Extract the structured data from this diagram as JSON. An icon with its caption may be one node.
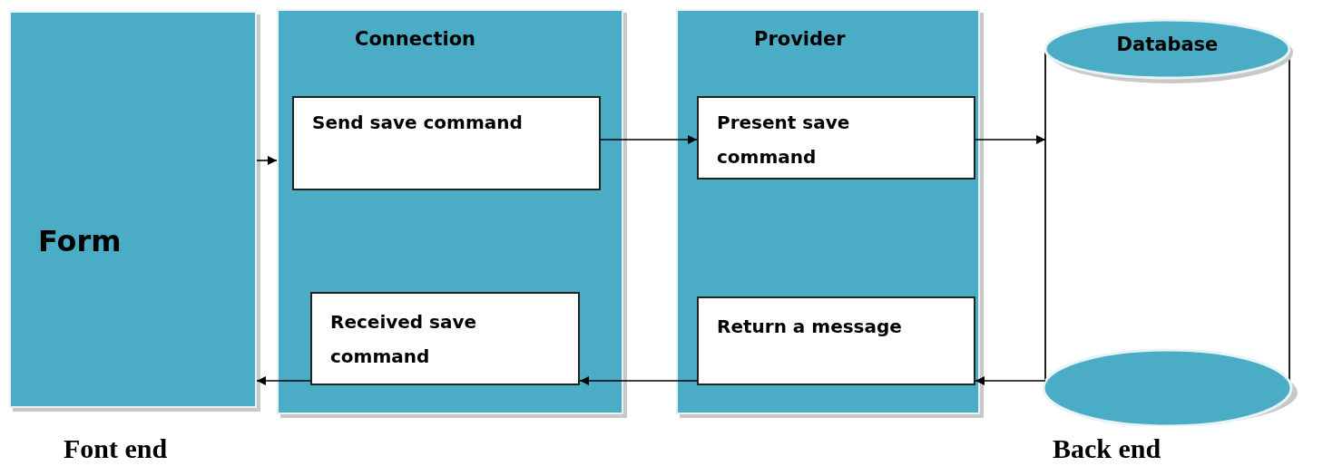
{
  "diagram": {
    "nodes": [
      {
        "text": [
          "Form"
        ]
      },
      {
        "text": [
          "Connection"
        ]
      },
      {
        "text": [
          "Send save command"
        ],
        "in": 1
      },
      {
        "text": [
          "Received save command"
        ],
        "in": 1
      },
      {
        "text": [
          "Provider"
        ]
      },
      {
        "text": [
          "Present save command"
        ],
        "in": 4
      },
      {
        "text": [
          "Return a message"
        ],
        "in": 4
      },
      {
        "text": [
          "Database"
        ]
      }
    ],
    "edges": [
      {
        "from": 0,
        "to": 1,
        "arrow": "to"
      },
      {
        "from": 2,
        "to": 5,
        "arrow": "to"
      },
      {
        "from": 5,
        "to": 7,
        "arrow": "to"
      },
      {
        "from": 7,
        "to": 6,
        "arrow": "to"
      },
      {
        "from": 6,
        "to": 3,
        "arrow": "to"
      },
      {
        "from": 3,
        "to": 0,
        "arrow": "to"
      }
    ],
    "labels": [
      "Font end",
      "Back end"
    ]
  }
}
